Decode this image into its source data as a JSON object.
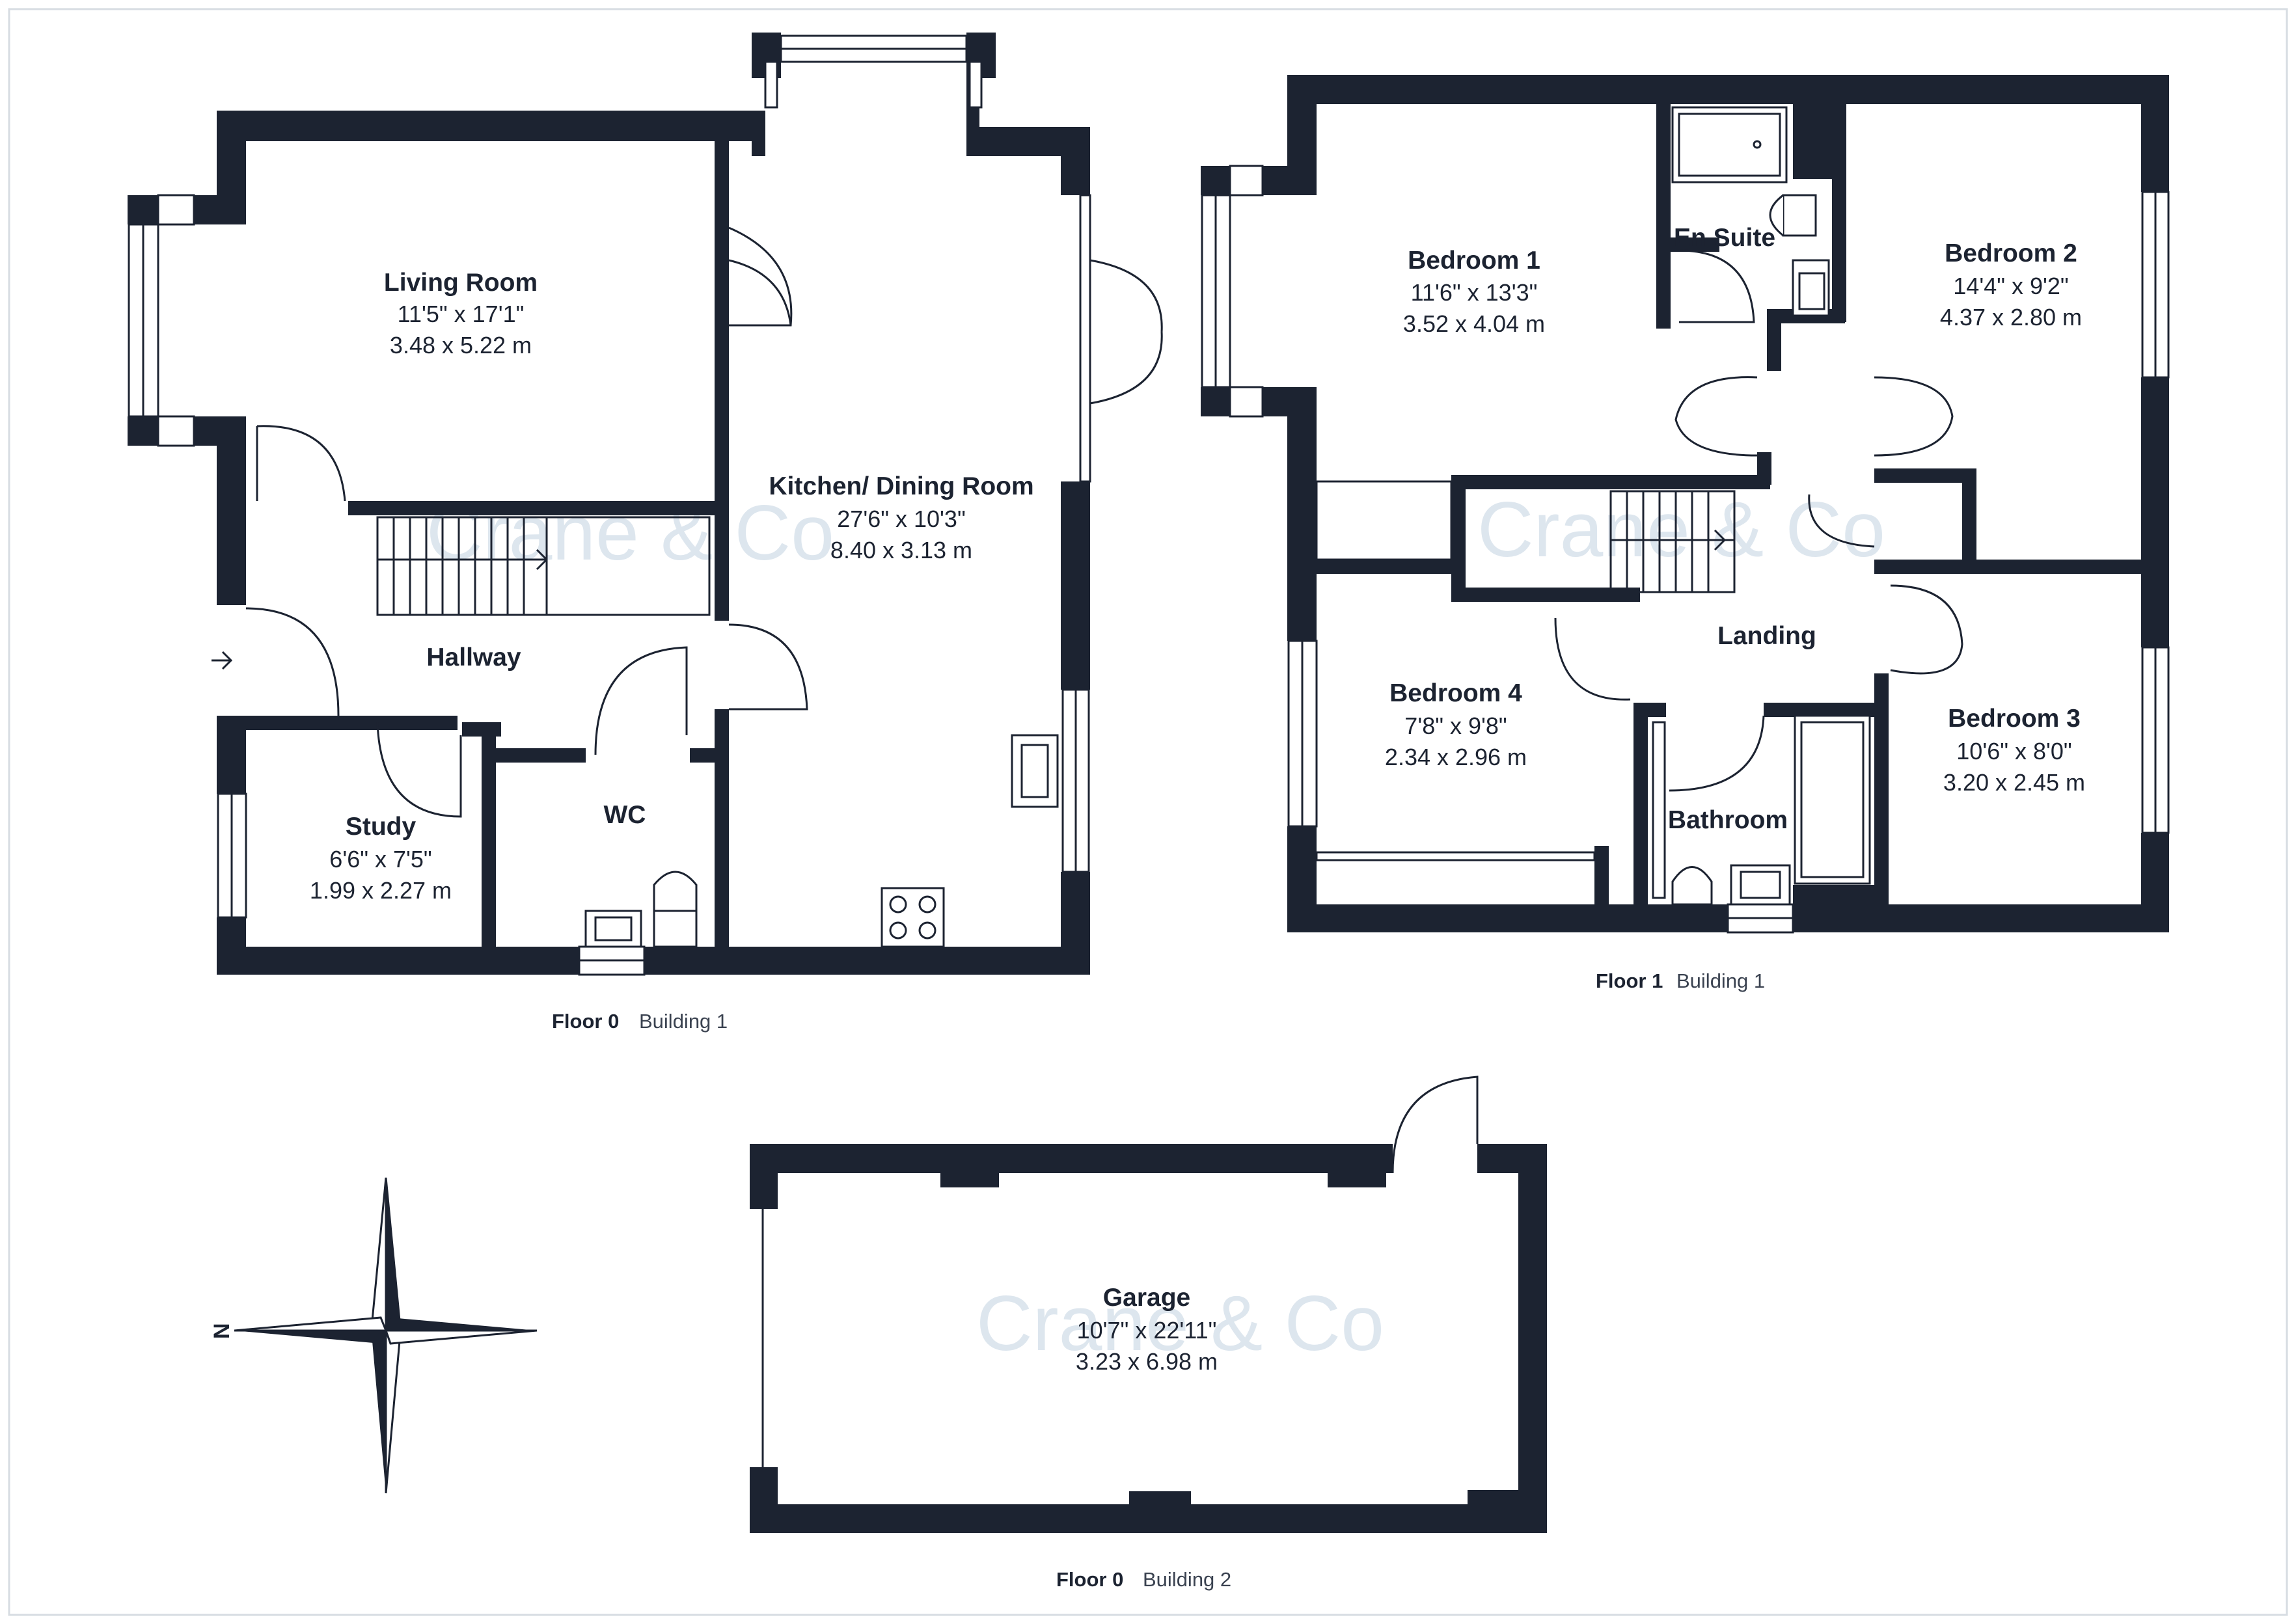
{
  "watermark": "Crane & Co",
  "floors": [
    {
      "floor_label": "Floor 0",
      "building_label": "Building 1"
    },
    {
      "floor_label": "Floor 1",
      "building_label": "Building 1"
    },
    {
      "floor_label": "Floor 0",
      "building_label": "Building 2"
    }
  ],
  "rooms": {
    "living_room": {
      "name": "Living Room",
      "imperial": "11'5\" x 17'1\"",
      "metric": "3.48 x 5.22 m"
    },
    "kitchen": {
      "name": "Kitchen/ Dining Room",
      "imperial": "27'6\" x 10'3\"",
      "metric": "8.40 x 3.13 m"
    },
    "hallway": {
      "name": "Hallway"
    },
    "study": {
      "name": "Study",
      "imperial": "6'6\" x 7'5\"",
      "metric": "1.99 x 2.27 m"
    },
    "wc": {
      "name": "WC"
    },
    "bedroom_1": {
      "name": "Bedroom 1",
      "imperial": "11'6\" x 13'3\"",
      "metric": "3.52 x 4.04 m"
    },
    "en_suite": {
      "name": "En Suite"
    },
    "bedroom_2": {
      "name": "Bedroom 2",
      "imperial": "14'4\" x 9'2\"",
      "metric": "4.37 x 2.80 m"
    },
    "landing": {
      "name": "Landing"
    },
    "bedroom_4": {
      "name": "Bedroom 4",
      "imperial": "7'8\" x 9'8\"",
      "metric": "2.34 x 2.96 m"
    },
    "bedroom_3": {
      "name": "Bedroom 3",
      "imperial": "10'6\" x 8'0\"",
      "metric": "3.20 x 2.45 m"
    },
    "bathroom": {
      "name": "Bathroom"
    },
    "garage": {
      "name": "Garage",
      "imperial": "10'7\" x 22'11\"",
      "metric": "3.23 x 6.98 m"
    }
  },
  "compass": {
    "north_label": "N"
  },
  "colors": {
    "wall": "#1c2331",
    "watermark": "#dde6ee",
    "background": "#ffffff"
  }
}
